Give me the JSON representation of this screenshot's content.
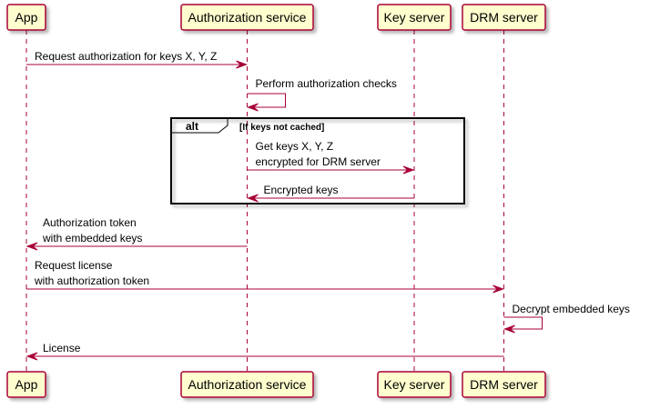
{
  "diagram": {
    "type": "sequence",
    "colors": {
      "participant_fill": "#FEFECE",
      "participant_border": "#A80036",
      "arrow": "#A80036",
      "lifeline": "#A80036",
      "frame_border": "#000000",
      "shadow": "#BFBFBF"
    },
    "participants": [
      {
        "id": "app",
        "label": "App"
      },
      {
        "id": "auth",
        "label": "Authorization service"
      },
      {
        "id": "key",
        "label": "Key server"
      },
      {
        "id": "drm",
        "label": "DRM server"
      }
    ],
    "messages": [
      {
        "from": "app",
        "to": "auth",
        "lines": [
          "Request authorization for keys X, Y, Z"
        ]
      },
      {
        "from": "auth",
        "to": "auth",
        "lines": [
          "Perform authorization checks"
        ]
      },
      {
        "from": "auth",
        "to": "key",
        "lines": [
          "Get keys X, Y, Z",
          "encrypted for DRM server"
        ]
      },
      {
        "from": "key",
        "to": "auth",
        "lines": [
          "Encrypted keys"
        ]
      },
      {
        "from": "auth",
        "to": "app",
        "lines": [
          "Authorization token",
          "with embedded keys"
        ]
      },
      {
        "from": "app",
        "to": "drm",
        "lines": [
          "Request license",
          "with authorization token"
        ]
      },
      {
        "from": "drm",
        "to": "drm",
        "lines": [
          "Decrypt embedded keys"
        ]
      },
      {
        "from": "drm",
        "to": "app",
        "lines": [
          "License"
        ]
      }
    ],
    "fragments": [
      {
        "kind": "alt",
        "condition": "[If keys not cached]",
        "messages": [
          2,
          3
        ]
      }
    ]
  }
}
